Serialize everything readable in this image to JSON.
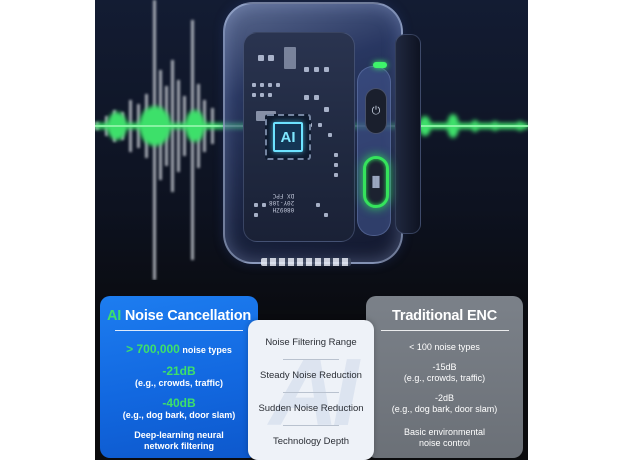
{
  "device": {
    "chip_label": "AI",
    "board_text": [
      "DX FPC",
      "20Y-108",
      "0809ZH"
    ],
    "buttons": [
      {
        "name": "power",
        "icon": "power-icon"
      },
      {
        "name": "noise-cancel",
        "icon": "waveform-icon",
        "glow_color": "#35e35c"
      }
    ],
    "led_color": "#3ef56a"
  },
  "waveform": {
    "left_color": "#bfc4cc",
    "signal_color": "#3ee06a"
  },
  "cards": {
    "ai": {
      "title_accent": "AI",
      "title_rest": " Noise Cancellation",
      "noise_types_value": "> 700,000",
      "noise_types_label": " noise types",
      "steady_value": "-21dB",
      "steady_example": "(e.g., crowds, traffic)",
      "sudden_value": "-40dB",
      "sudden_example": "(e.g., dog bark, door slam)",
      "technology_line1": "Deep-learning neural",
      "technology_line2": "network filtering",
      "bg_color": "#1268e0",
      "accent_color": "#3ee06a"
    },
    "comparison": {
      "watermark": "AI",
      "items": [
        "Noise Filtering Range",
        "Steady Noise Reduction",
        "Sudden Noise Reduction",
        "Technology Depth"
      ]
    },
    "traditional": {
      "title": "Traditional ENC",
      "noise_types": "< 100 noise types",
      "steady_value": "-15dB",
      "steady_example": "(e.g., crowds, traffic)",
      "sudden_value": "-2dB",
      "sudden_example": "(e.g., dog bark, door slam)",
      "technology_line1": "Basic environmental",
      "technology_line2": "noise control",
      "bg_color": "#6f747b"
    }
  }
}
